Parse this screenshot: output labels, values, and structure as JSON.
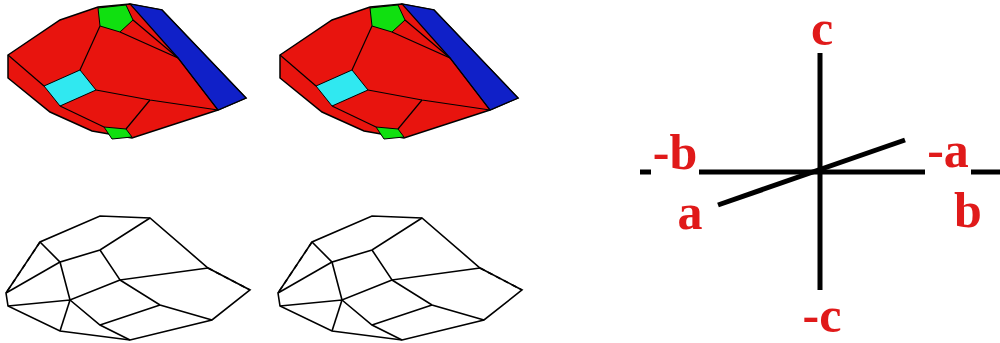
{
  "diagram": {
    "labels": [
      "c",
      "-b",
      "-a",
      "a",
      "b",
      "-c"
    ]
  }
}
